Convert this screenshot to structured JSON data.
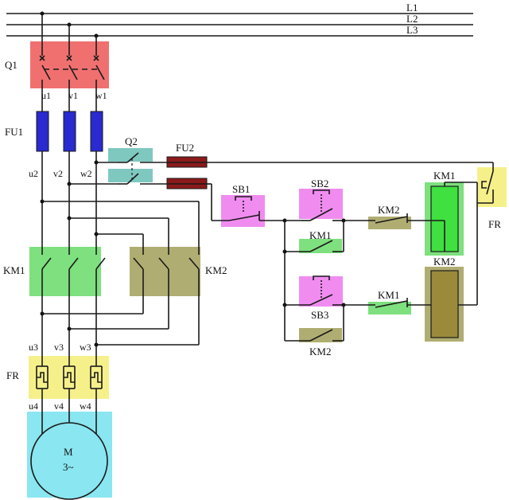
{
  "bus": {
    "l1": "L1",
    "l2": "L2",
    "l3": "L3"
  },
  "labels": {
    "q1": "Q1",
    "u1": "u1",
    "v1": "v1",
    "w1": "w1",
    "fu1": "FU1",
    "u2": "u2",
    "v2": "v2",
    "w2": "w2",
    "q2": "Q2",
    "fu2": "FU2",
    "km1_main": "KM1",
    "km2_main": "KM2",
    "u3": "u3",
    "v3": "v3",
    "w3": "w3",
    "fr_main": "FR",
    "u4": "u4",
    "v4": "v4",
    "w4": "w4",
    "motor_m": "M",
    "motor_phase": "3~",
    "sb1": "SB1",
    "sb2": "SB2",
    "km1_hold": "KM1",
    "km2_interlock": "KM2",
    "km1_coil": "KM1",
    "fr_ctrl": "FR",
    "km2_coil": "KM2",
    "sb3": "SB3",
    "km1_interlock": "KM1",
    "km2_hold": "KM2"
  },
  "colors": {
    "breaker": "#f07070",
    "fuse1": "#2a2ad0",
    "fuse2": "#8b1a1a",
    "switch_q2": "#7fc8c0",
    "km1": "#7ee07e",
    "km2": "#b0ad72",
    "fr": "#f6f08a",
    "button": "#f08cf0",
    "motor": "#8ae6f0",
    "km1_coil": "#3fe03f",
    "km2_coil": "#9a8a3a"
  }
}
